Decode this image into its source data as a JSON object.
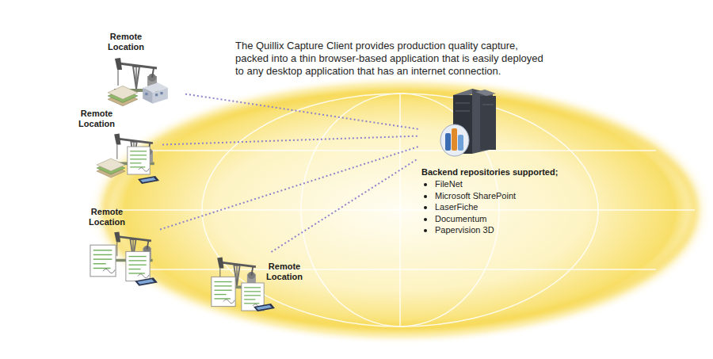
{
  "diagram": {
    "nodes": [
      {
        "text": [
          "Remote Location"
        ]
      },
      {
        "text": [
          "Remote Location"
        ]
      },
      {
        "text": [
          "Remote Location"
        ]
      },
      {
        "text": [
          "Remote Location"
        ]
      },
      {
        "text": [
          "Backend repositories supported;",
          "FileNet",
          "Microsoft SharePoint",
          "LaserFiche",
          "Documentum",
          "Papervision 3D"
        ]
      }
    ],
    "edges": [
      {
        "from": 0,
        "to": 4,
        "arrow": "none"
      },
      {
        "from": 1,
        "to": 4,
        "arrow": "none"
      },
      {
        "from": 2,
        "to": 4,
        "arrow": "none"
      },
      {
        "from": 3,
        "to": 4,
        "arrow": "none"
      }
    ],
    "labels": [
      "The Quillix Capture Client provides production quality capture, packed into a thin browser-based application that is easily deployed to any desktop application that has an internet connection."
    ]
  }
}
